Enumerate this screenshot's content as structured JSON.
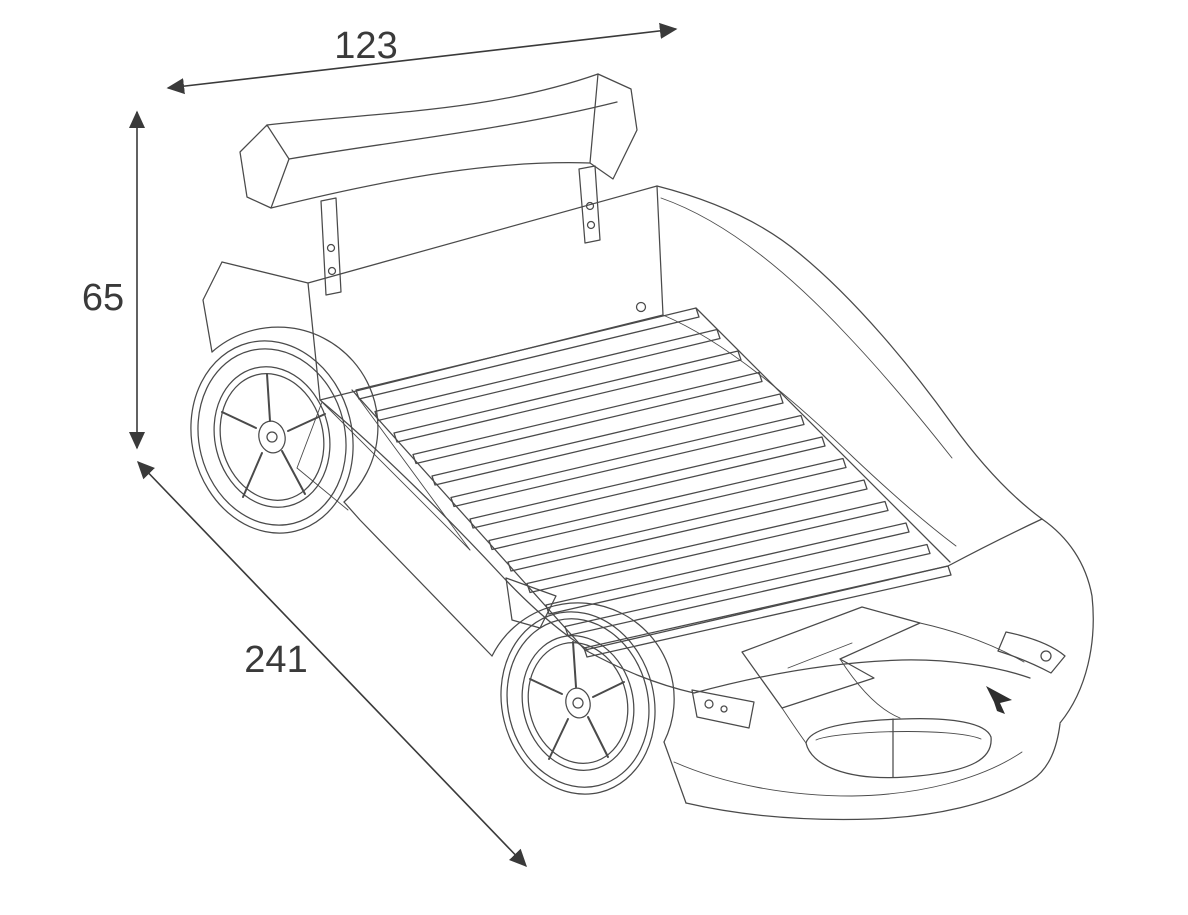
{
  "colors": {
    "background": "#ffffff",
    "line": "#4a4a4a",
    "dimension": "#3a3a3a"
  },
  "dimensions": {
    "width": {
      "label": "123"
    },
    "height": {
      "label": "65"
    },
    "length": {
      "label": "241"
    }
  },
  "drawing": {
    "slat_count": 13
  }
}
